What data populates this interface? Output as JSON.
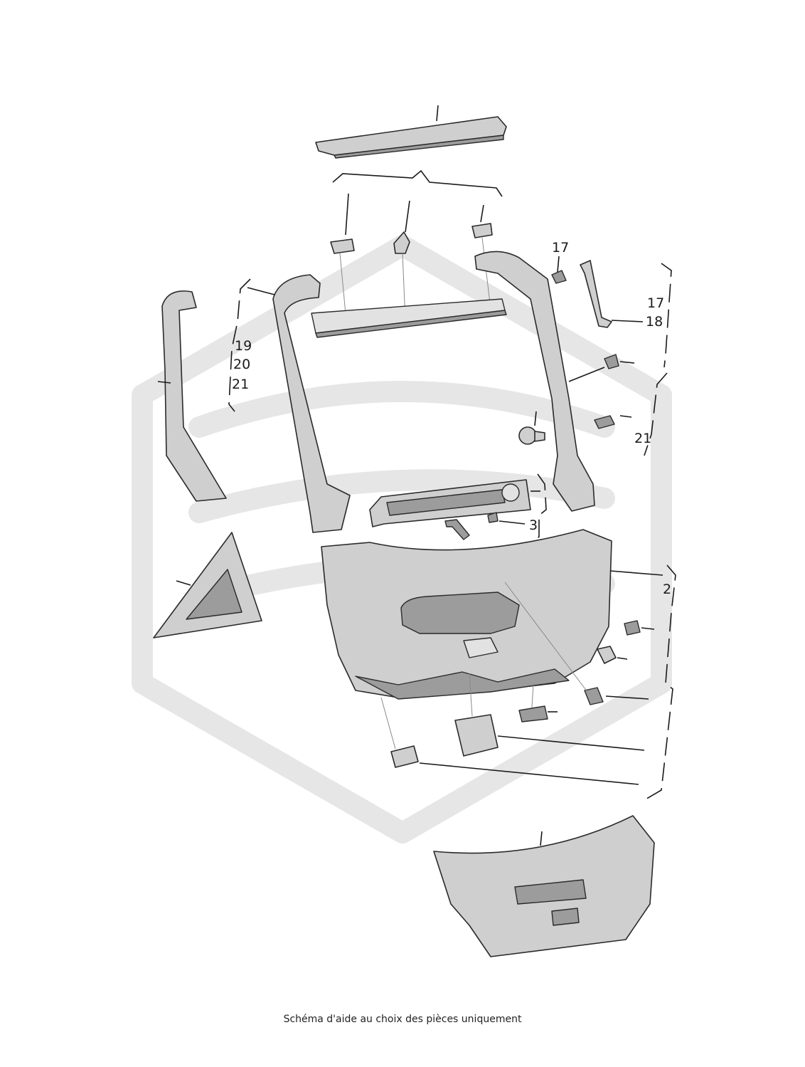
{
  "callouts": {
    "c17_top": "17",
    "c17_right": "17",
    "c18": "18",
    "c19": "19",
    "c20": "20",
    "c21_left": "21",
    "c21_right": "21",
    "c2": "2",
    "c3": "3"
  },
  "caption": "Schéma d'aide au choix des pièces uniquement",
  "colors": {
    "part_fill": "#cfcfcf",
    "part_dark": "#9c9c9c",
    "outline": "#2a2a2a",
    "watermark": "#e6e6e6"
  }
}
